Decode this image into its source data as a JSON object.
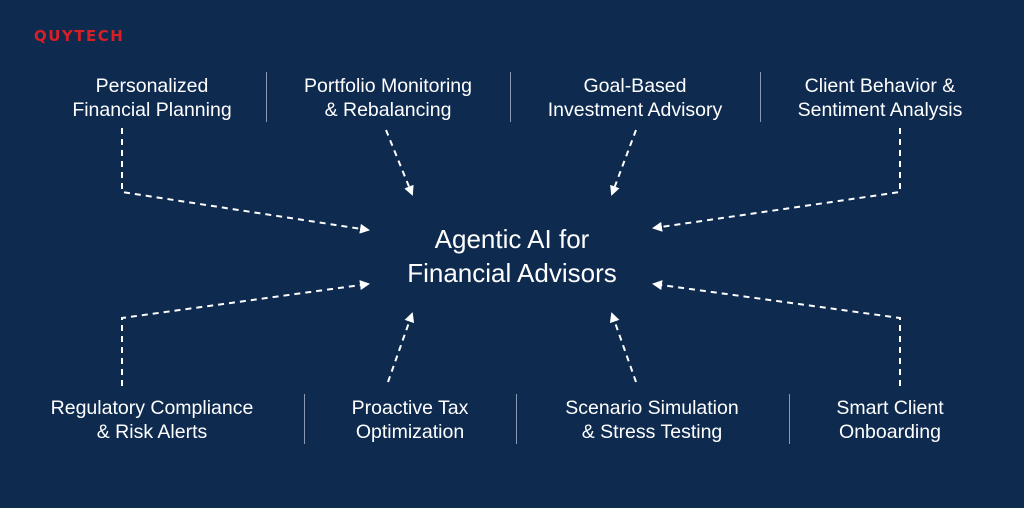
{
  "brand": {
    "logo_text": "QUYTECH"
  },
  "center": {
    "text": "Agentic AI for\nFinancial Advisors"
  },
  "top_items": [
    {
      "text": "Personalized\nFinancial Planning"
    },
    {
      "text": "Portfolio Monitoring\n& Rebalancing"
    },
    {
      "text": "Goal-Based\nInvestment Advisory"
    },
    {
      "text": "Client Behavior &\nSentiment Analysis"
    }
  ],
  "bottom_items": [
    {
      "text": "Regulatory Compliance\n& Risk Alerts"
    },
    {
      "text": "Proactive Tax\nOptimization"
    },
    {
      "text": "Scenario Simulation\n& Stress Testing"
    },
    {
      "text": "Smart Client\nOnboarding"
    }
  ],
  "colors": {
    "background": "#0e2a4f",
    "brand": "#d91f26",
    "text": "#ffffff",
    "separator": "#8a9ab3"
  }
}
